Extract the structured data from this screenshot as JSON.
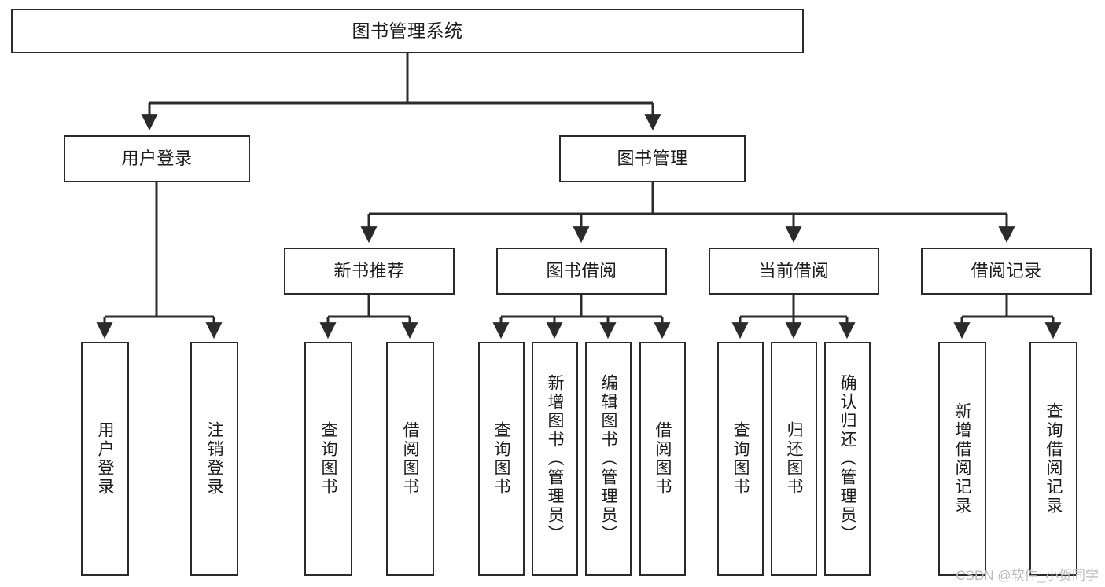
{
  "diagram": {
    "title": "图书管理系统",
    "type": "hierarchy-tree",
    "stroke_color": "#2b2b2b",
    "fill_color": "#ffffff",
    "text_color": "#1b1b1b"
  },
  "root": {
    "label": "图书管理系统"
  },
  "level2": [
    {
      "label": "用户登录"
    },
    {
      "label": "图书管理"
    }
  ],
  "level3": [
    {
      "label": "新书推荐"
    },
    {
      "label": "图书借阅"
    },
    {
      "label": "当前借阅"
    },
    {
      "label": "借阅记录"
    }
  ],
  "leaves": {
    "user_login": [
      {
        "label": "用户登录"
      },
      {
        "label": "注销登录"
      }
    ],
    "new_book": [
      {
        "label": "查询图书"
      },
      {
        "label": "借阅图书"
      }
    ],
    "book_borrow": [
      {
        "label": "查询图书"
      },
      {
        "label": "新增图书（管理员）"
      },
      {
        "label": "编辑图书（管理员）"
      },
      {
        "label": "借阅图书"
      }
    ],
    "current_borrow": [
      {
        "label": "查询图书"
      },
      {
        "label": "归还图书"
      },
      {
        "label": "确认归还（管理员）"
      }
    ],
    "borrow_record": [
      {
        "label": "新增借阅记录"
      },
      {
        "label": "查询借阅记录"
      }
    ]
  },
  "watermark": {
    "text": "CSDN @软件_小贺同学"
  }
}
